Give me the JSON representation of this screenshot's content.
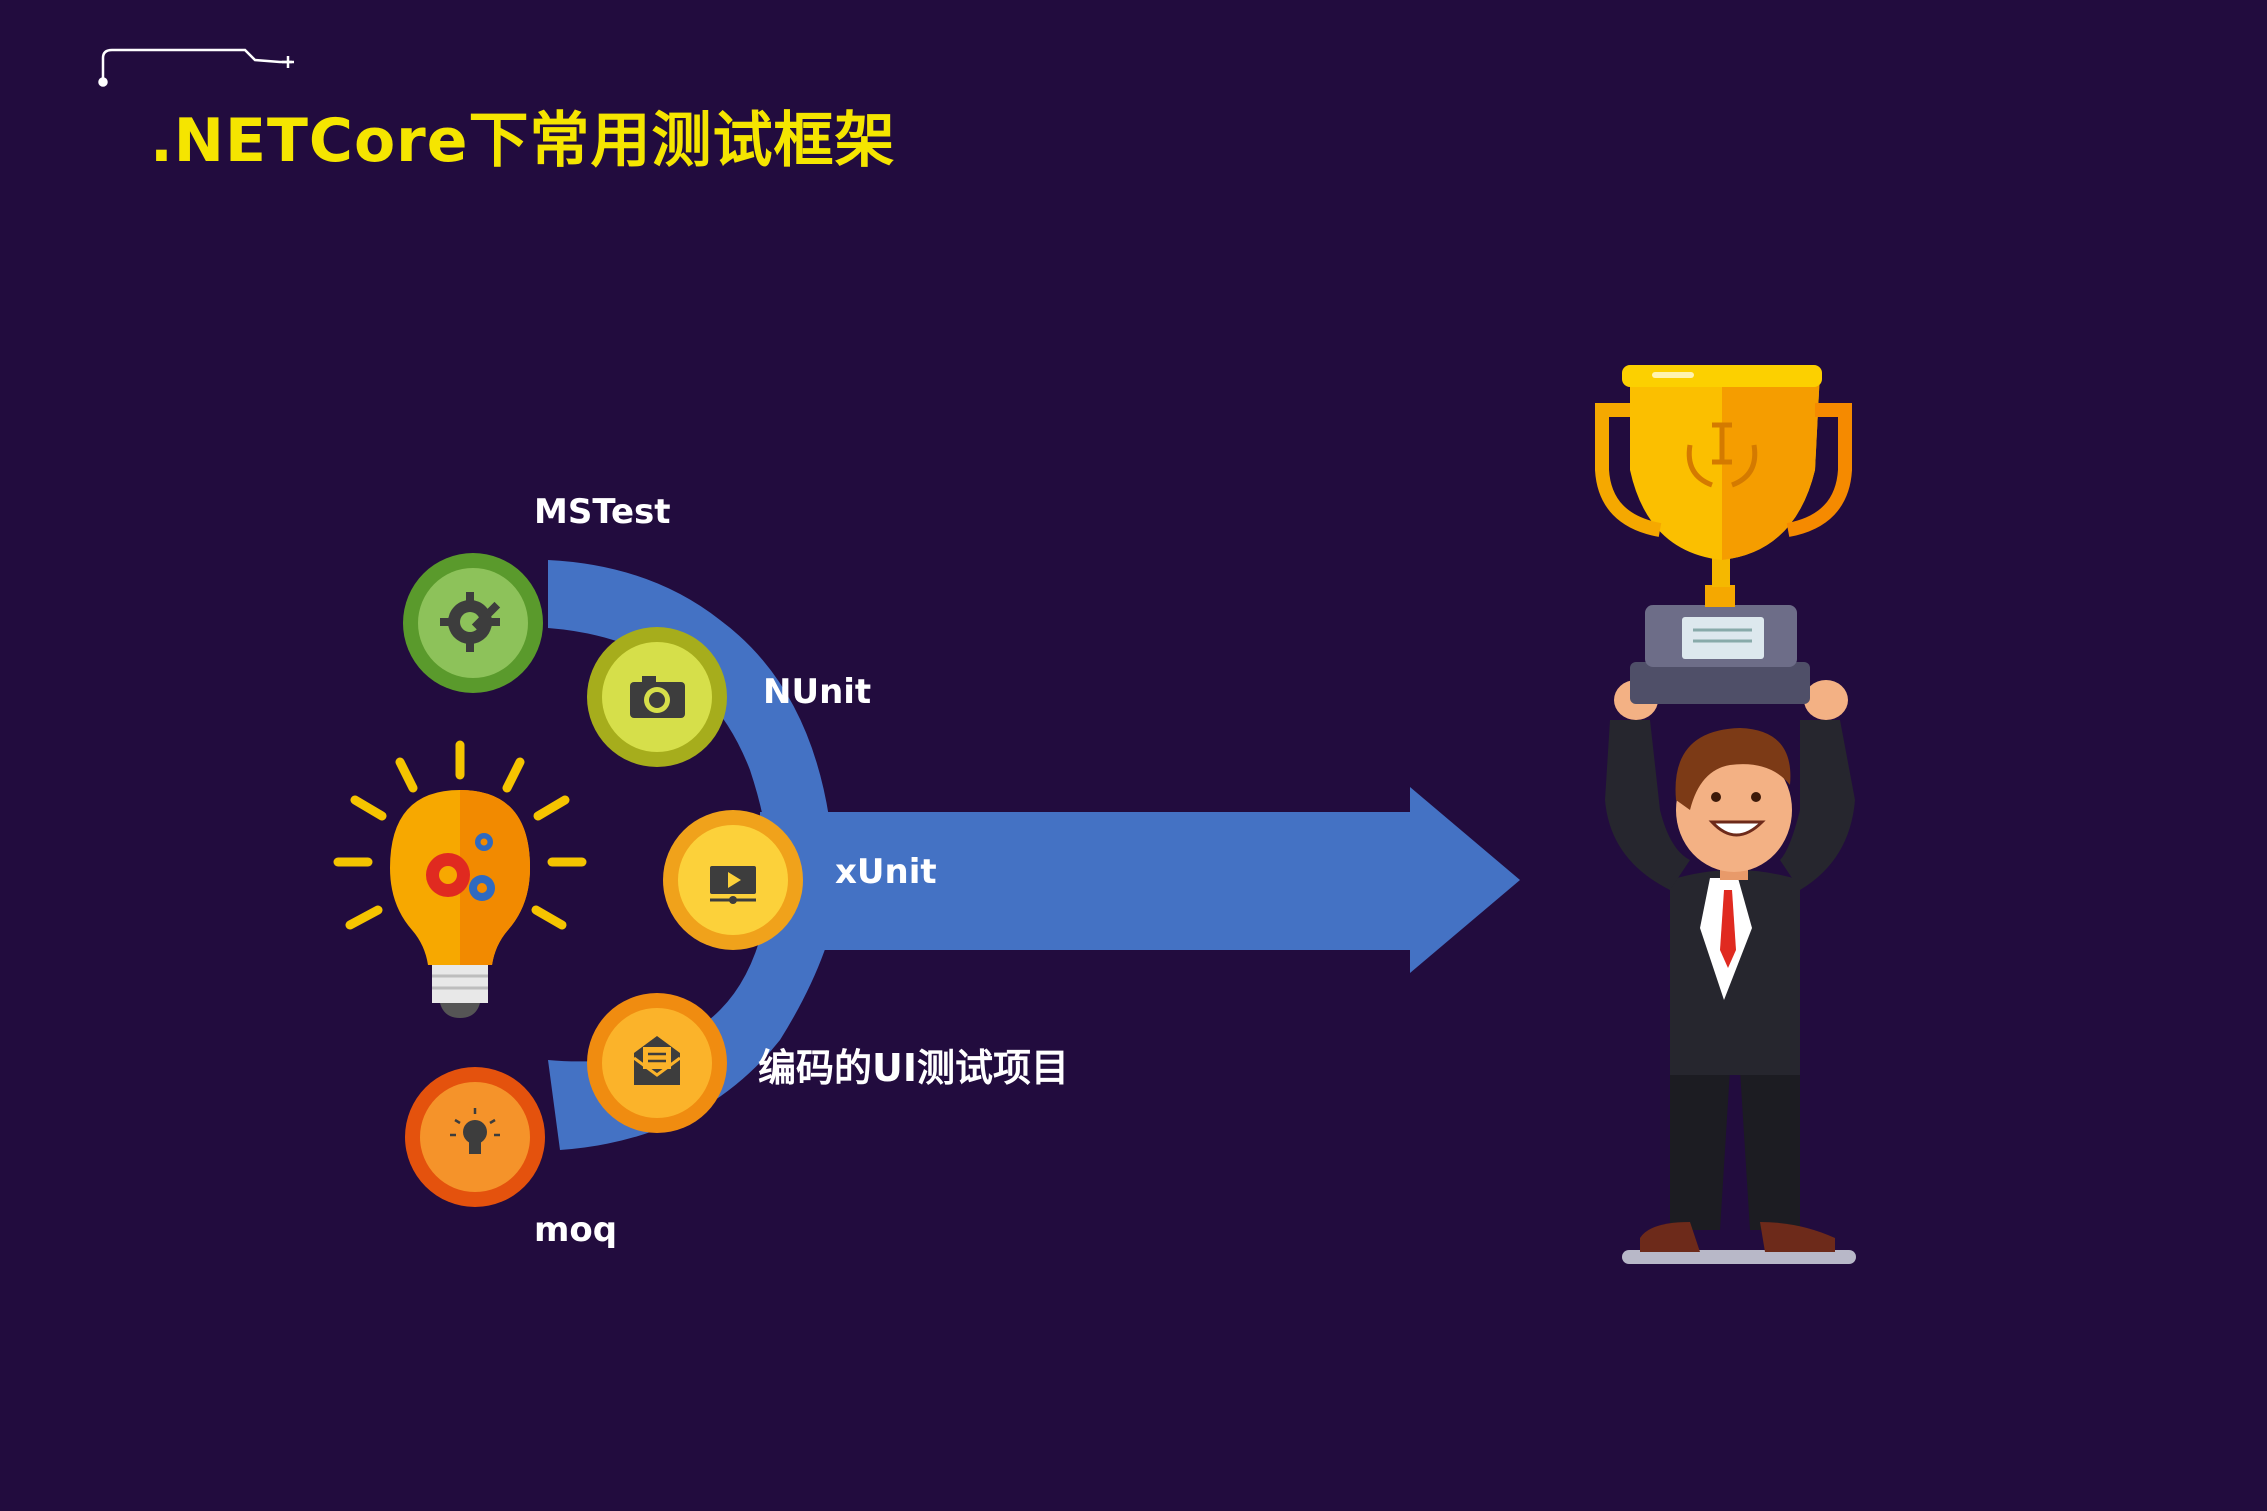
{
  "slide": {
    "title": ".NETCore下常用测试框架",
    "frameworks": [
      {
        "label": "MSTest",
        "icon": "gear-wrench-icon",
        "color": "#7ab648"
      },
      {
        "label": "NUnit",
        "icon": "camera-icon",
        "color": "#b8c424"
      },
      {
        "label": "xUnit",
        "icon": "video-play-icon",
        "color": "#f5b81c"
      },
      {
        "label": "编码的UI测试项目",
        "icon": "envelope-icon",
        "color": "#f59d1a"
      },
      {
        "label": "moq",
        "icon": "lightbulb-icon",
        "color": "#ee6a1c"
      }
    ],
    "colors": {
      "background": "#220c3e",
      "title": "#f5e500",
      "arrow": "#4472c4"
    }
  }
}
